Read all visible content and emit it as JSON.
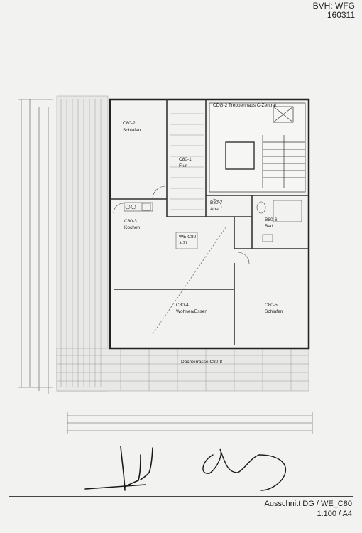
{
  "header": {
    "line1": "BVH: WFG",
    "line2": "160311"
  },
  "stair": {
    "label": "CDG-2 Treppenhaus C-Zentral"
  },
  "unit": {
    "name": "WE C80",
    "type": "3-Zi"
  },
  "rooms": [
    {
      "id": "C80-2",
      "name": "Schlafen"
    },
    {
      "id": "C80-1",
      "name": "Flur"
    },
    {
      "id": "B80-7",
      "name": "Abst"
    },
    {
      "id": "C80-3",
      "name": "Kochen"
    },
    {
      "id": "B80-6",
      "name": "Bad"
    },
    {
      "id": "C80-4",
      "name": "Wohnen/Essen"
    },
    {
      "id": "C80-5",
      "name": "Schlafen"
    },
    {
      "id": "",
      "name": "Dachterrasse C80-8"
    }
  ],
  "footer": {
    "title": "Ausschnitt  DG / WE_C80",
    "scale": "1:100 / A4"
  }
}
